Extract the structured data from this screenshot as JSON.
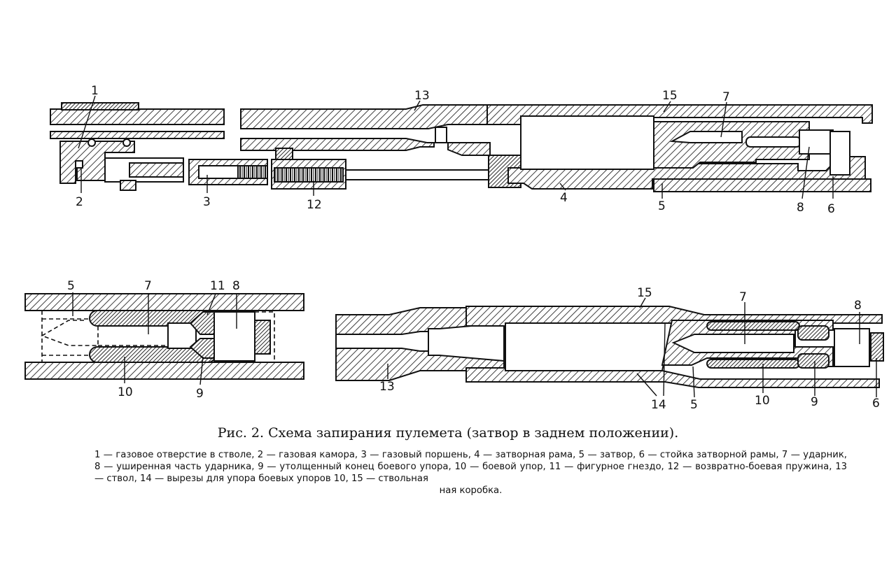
{
  "top_view": {
    "labels": {
      "l1": "1",
      "l13": "13",
      "l15": "15",
      "l7": "7",
      "l2": "2",
      "l3": "3",
      "l12": "12",
      "l4": "4",
      "l5": "5",
      "l8": "8",
      "l6": "6"
    }
  },
  "detail_view": {
    "labels": {
      "l5": "5",
      "l7": "7",
      "l11": "11",
      "l8": "8",
      "l10": "10",
      "l9": "9"
    }
  },
  "bottom_view": {
    "labels": {
      "l15": "15",
      "l7": "7",
      "l8": "8",
      "l13": "13",
      "l14": "14",
      "l5": "5",
      "l10": "10",
      "l9": "9",
      "l6": "6"
    }
  },
  "caption": "Рис. 2. Схема запирания пулемета (затвор в заднем положении).",
  "legend": {
    "text": "1 — газовое отверстие в стволе, 2 — газовая камора, 3 — газовый поршень, 4 — затворная рама, 5 — затвор, 6 — стойка затворной рамы, 7 — ударник, 8 — уширенная часть ударника, 9 — утолщенный конец боевого упора, 10 — боевой упор, 11 — фигурное гнездо, 12 — возвратно-боевая пружина, 13 — ствол, 14 — вырезы для упора боевых упоров 10, 15 — ствольная",
    "last_line": "ная коробка."
  }
}
